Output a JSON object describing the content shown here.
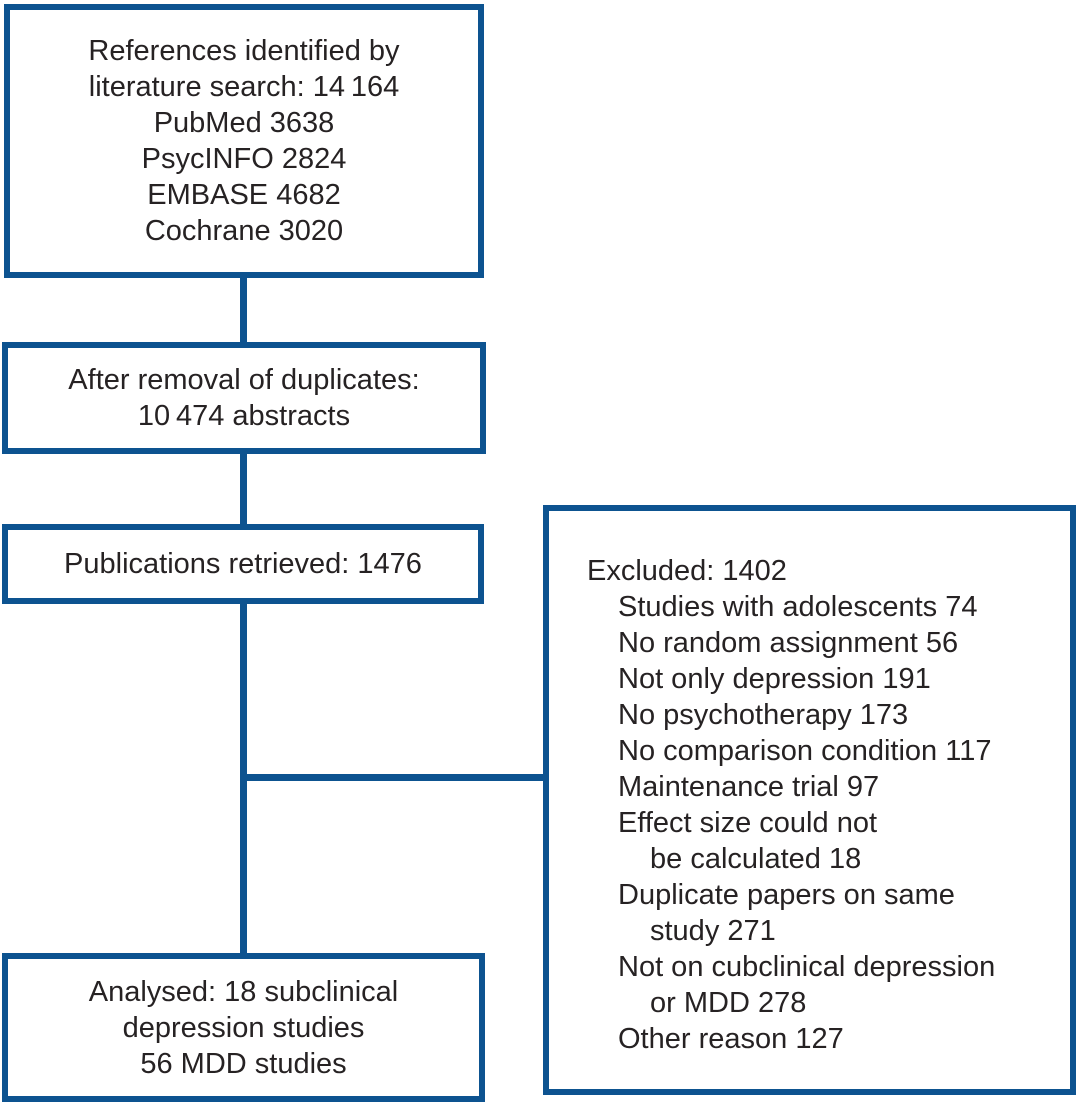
{
  "diagram": {
    "kind": "study-selection-flowchart",
    "colors": {
      "line_blue": "#0d5390",
      "text": "#262223",
      "background": "#ffffff"
    },
    "boxes": {
      "identified": {
        "lines": [
          "References identified by",
          "literature search: 14 164",
          "PubMed 3638",
          "PsycINFO 2824",
          "EMBASE 4682",
          "Cochrane 3020"
        ]
      },
      "duplicates": {
        "lines": [
          "After removal of duplicates:",
          "10 474 abstracts"
        ]
      },
      "retrieved": {
        "lines": [
          "Publications retrieved: 1476"
        ]
      },
      "excluded": {
        "lines": [
          {
            "text": "Excluded: 1402",
            "indent": 0
          },
          {
            "text": "Studies with adolescents 74",
            "indent": 1
          },
          {
            "text": "No random assignment 56",
            "indent": 1
          },
          {
            "text": "Not only depression 191",
            "indent": 1
          },
          {
            "text": "No psychotherapy 173",
            "indent": 1
          },
          {
            "text": "No comparison condition 117",
            "indent": 1
          },
          {
            "text": "Maintenance trial 97",
            "indent": 1
          },
          {
            "text": "Effect size could not",
            "indent": 1
          },
          {
            "text": "be calculated 18",
            "indent": 2
          },
          {
            "text": "Duplicate papers on same",
            "indent": 1
          },
          {
            "text": "study 271",
            "indent": 2
          },
          {
            "text": "Not on cubclinical depression",
            "indent": 1
          },
          {
            "text": "or MDD 278",
            "indent": 2
          },
          {
            "text": "Other reason 127",
            "indent": 1
          }
        ]
      },
      "analysed": {
        "lines": [
          "Analysed: 18 subclinical",
          "depression studies",
          "56 MDD studies"
        ]
      }
    }
  }
}
